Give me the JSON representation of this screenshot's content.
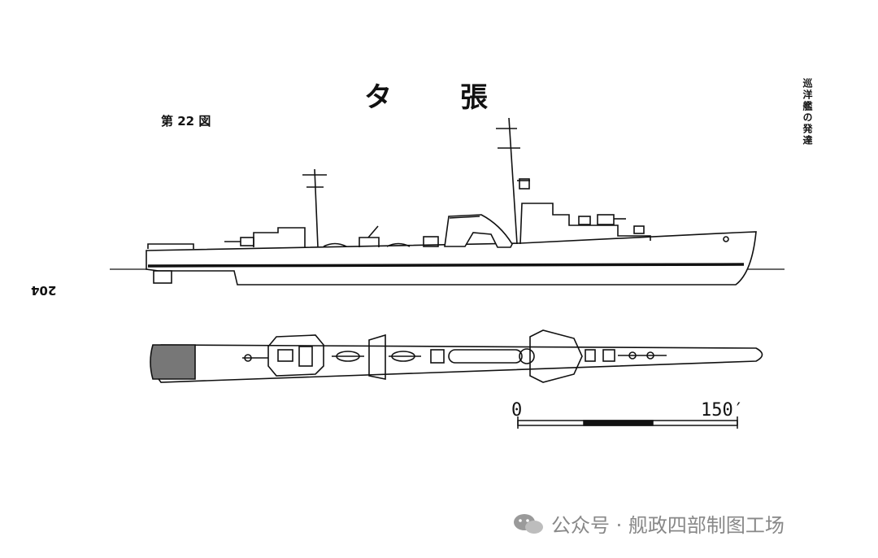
{
  "figure": {
    "label": "第 22 図",
    "title_char_1": "タ",
    "title_char_2": "張",
    "side_note": "巡洋艦の発達",
    "page_number": "204"
  },
  "scale_bar": {
    "start_label": "0",
    "end_label": "150′"
  },
  "watermark": {
    "text": "公众号 · 舰政四部制图工场",
    "icon": "wechat-icon"
  }
}
